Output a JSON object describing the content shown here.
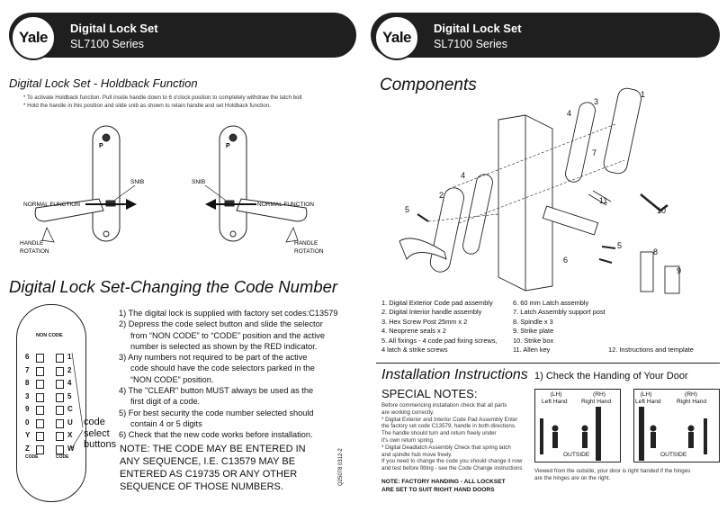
{
  "left": {
    "logo": "Yale",
    "title": "Digital Lock Set",
    "subtitle": "SL7100 Series",
    "holdback": {
      "heading": "Digital Lock Set - Holdback Function",
      "notes": [
        "* To activate Holdback function. Pull inside handle down to 6 o'clock position to completely withdraw the latch bolt",
        "* Hold the handle in this position and slide snib as shown to retain handle and set Holdback function."
      ],
      "labels": {
        "snib": "SNIB",
        "normal": "NORMAL FUNCTION",
        "handle": "HANDLE",
        "rotation": "ROTATION",
        "p": "P"
      }
    },
    "code": {
      "heading": "Digital Lock Set-Changing the Code Number",
      "keypad": {
        "non_code": "NON CODE",
        "code": "CODE",
        "left_col": [
          "6",
          "7",
          "8",
          "3",
          "9",
          "0",
          "Y",
          "Z"
        ],
        "right_col": [
          "1",
          "2",
          "4",
          "5",
          "C",
          "U",
          "X",
          "W"
        ]
      },
      "callout": [
        "code",
        "select",
        "buttons"
      ],
      "steps": [
        "1) The digital lock is supplied with factory set codes:C13579",
        "2) Depress the code select button and slide the selector",
        "from “NON CODE” to “CODE” position and the active",
        "number is selected as shown by the RED indicator.",
        "3) Any numbers not required to be part of the active",
        "code should have the code selectors parked in the",
        "“NON CODE” position.",
        "4) The \"CLEAR\" button MUST always be used as the",
        "first digit of a code.",
        "5) For best security the code number selected should",
        "contain 4 or 5 digits",
        "6) Check that the new code works before installation."
      ],
      "note": [
        "NOTE: THE CODE MAY BE ENTERED IN",
        "ANY SEQUENCE, I.E. C13579 MAY BE",
        "ENTERED AS C19735 OR ANY OTHER",
        "SEQUENCE OF THOSE NUMBERS."
      ],
      "doc_code": "Q25078 0312-2"
    }
  },
  "right": {
    "logo": "Yale",
    "title": "Digital Lock Set",
    "subtitle": "SL7100 Series",
    "components": {
      "heading": "Components",
      "callouts": [
        "1",
        "2",
        "3",
        "4",
        "4",
        "5",
        "5",
        "6",
        "7",
        "8",
        "9",
        "10",
        "11"
      ],
      "col1": [
        "1. Digital Exterior Code pad assembly",
        "2. Digital Interior handle assembly",
        "3. Hex Screw Post 25mm x 2",
        "4. Neoprene seals x 2",
        "5. All fixings - 4 code pad fixing screws,",
        "    4 latch & strike screws"
      ],
      "col2": [
        "6. 60 mm Latch assembly",
        "7. Latch Assembly support post",
        "8. Spindle x 3",
        "9. Strike plate",
        "10. Strike box",
        "11. Allen key"
      ],
      "item12": "12. Instructions and template"
    },
    "install": {
      "heading": "Installation Instructions",
      "step1": "1) Check the Handing of Your Door",
      "special": "SPECIAL NOTES:",
      "notes": [
        "Before commencing installation check that all parts",
        "are working correctly.",
        "* Digital Exterior and Interior Code Pad Assembly Enter",
        "  the factory set code C13579, handle in both directions.",
        "  The handle should turn and return freely under",
        "  it's own return spring.",
        "* Digital Deadlatch Assembly Check that spring latch",
        "  and spindle hub move freely.",
        "If you need to change the code you should change it now",
        "and test before fitting - see the Code Change instructions"
      ],
      "factory": [
        "NOTE: FACTORY HANDING - ALL LOCKSET",
        "ARE SET TO SUIT RIGHT HAND DOORS"
      ],
      "handing": {
        "lh": "(LH)",
        "rh": "(RH)",
        "left_hand": "Left Hand",
        "right_hand": "Right Hand",
        "outside": "OUTSIDE",
        "caption": [
          "Viewed from the outside, your door is right handed if the hinges",
          "are the hinges are on the right."
        ]
      }
    }
  }
}
